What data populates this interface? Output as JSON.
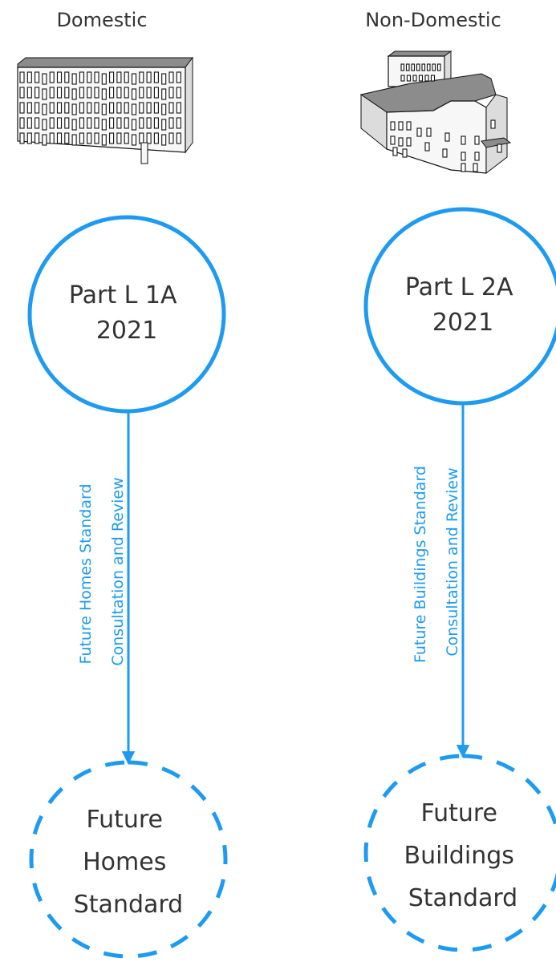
{
  "colors": {
    "accent": "#1e9bf0",
    "text": "#333333",
    "building_wall": "#f7f7f7",
    "building_side": "#dcdcdc",
    "building_roof": "#8c8c8c",
    "building_outline": "#111111"
  },
  "columns": [
    {
      "title": "Domestic",
      "building_icon": "apartment-block-icon",
      "current_standard": {
        "lines": [
          "Part L 1A",
          "2021"
        ]
      },
      "transition_label": {
        "lines": [
          "Future Homes Standard",
          "Consultation and Review"
        ]
      },
      "future_standard": {
        "lines": [
          "Future",
          "Homes",
          "Standard"
        ]
      }
    },
    {
      "title": "Non-Domestic",
      "building_icon": "office-building-icon",
      "current_standard": {
        "lines": [
          "Part L 2A",
          "2021"
        ]
      },
      "transition_label": {
        "lines": [
          "Future Buildings Standard",
          "Consultation and Review"
        ]
      },
      "future_standard": {
        "lines": [
          "Future",
          "Buildings",
          "Standard"
        ]
      }
    }
  ]
}
